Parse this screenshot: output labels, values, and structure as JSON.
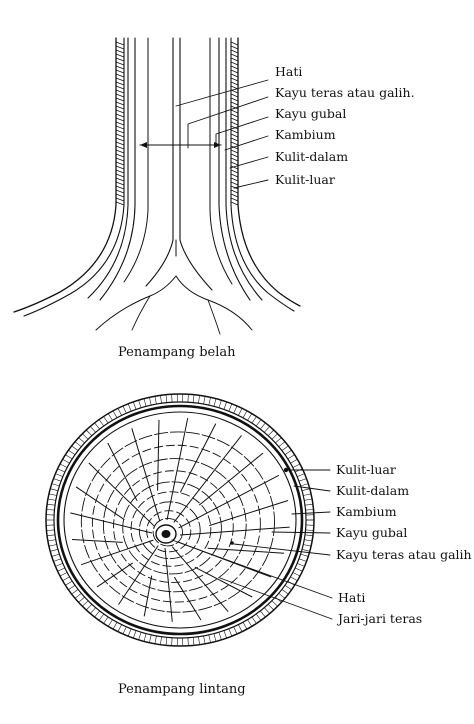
{
  "top_diagram": {
    "caption": "Penampang belah",
    "labels": [
      "Hati",
      "Kayu teras atau galih.",
      "Kayu gubal",
      "Kambium",
      "Kulit-dalam",
      "Kulit-luar"
    ]
  },
  "bottom_diagram": {
    "caption": "Penampang lintang",
    "labels": [
      "Kulit-luar",
      "Kulit-dalam",
      "Kambium",
      "Kayu gubal",
      "Kayu teras atau galih",
      "Hati",
      "Jari-jari teras"
    ]
  }
}
